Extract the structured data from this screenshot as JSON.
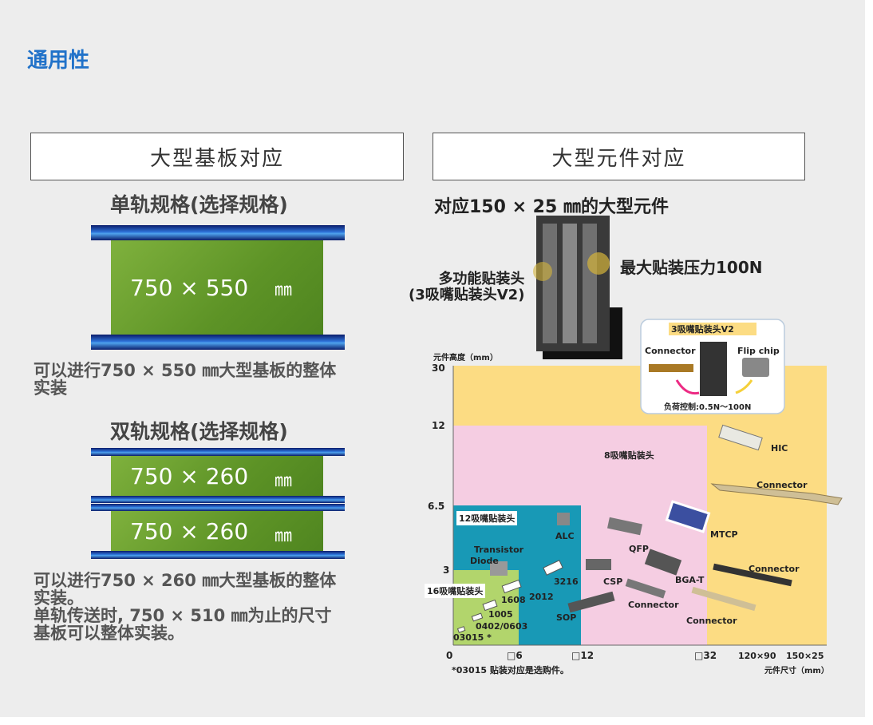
{
  "section": {
    "title": "通用性"
  },
  "left": {
    "header": "大型基板对应",
    "single": {
      "title": "单轨规格(选择规格)",
      "board_size": "750 × 550",
      "unit": "㎜",
      "description": [
        "可以进行750 × 550 ㎜大型基板的整体",
        "实装"
      ]
    },
    "dual": {
      "title": "双轨规格(选择规格)",
      "board_size": "750 × 260",
      "unit": "㎜",
      "description": [
        "可以进行750 × 260 ㎜大型基板的整体",
        "实装。",
        "单轨传送时, 750 × 510 ㎜为止的尺寸",
        "基板可以整体实装。"
      ]
    }
  },
  "right": {
    "header": "大型元件对应",
    "heading": "对应150 × 25 ㎜的大型元件",
    "max_pressure": "最大贴装压力100N",
    "multi_head": [
      "多功能贴装头",
      "(3吸嘴贴装头V2)"
    ],
    "inset": {
      "title": "3吸嘴贴装头V2",
      "left_label": "Connector",
      "right_label": "Flip chip",
      "load_control": "负荷控制:0.5N〜100N"
    },
    "chart": {
      "ylabel": "元件高度（mm）",
      "xlabel": "元件尺寸（mm）",
      "y_ticks": [
        "30",
        "12",
        "6.5",
        "3",
        "0"
      ],
      "x_ticks": [
        "□6",
        "□12",
        "□32",
        "120×90",
        "150×25"
      ],
      "zones": [
        "8吸嘴贴装头",
        "12吸嘴贴装头",
        "16吸嘴贴装头"
      ],
      "components": [
        "HIC",
        "Connector",
        "MTCP",
        "QFP",
        "ALC",
        "Transistor",
        "Diode",
        "3216",
        "2012",
        "1608",
        "1005",
        "0402/0603",
        "03015  *",
        "CSP",
        "BGA-T",
        "SOP",
        "Connector",
        "Connector",
        "Connector"
      ],
      "footnote": "*03015  贴装对应是选购件。"
    },
    "colors": {
      "yellow": "#fcdc83",
      "pink": "#f5cde2",
      "teal": "#1899b6",
      "green": "#b2d56c"
    }
  }
}
